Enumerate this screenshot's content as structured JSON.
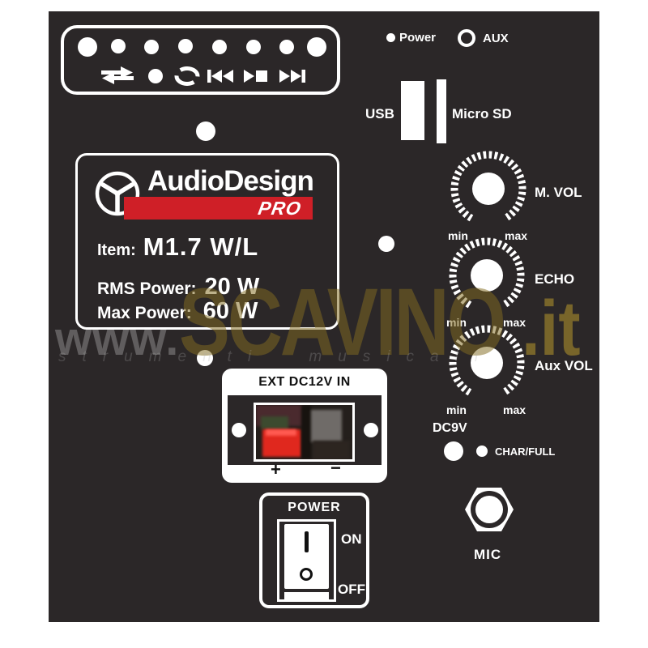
{
  "panel": {
    "media_bar": {
      "icons": [
        "swap-arrows",
        "dot",
        "repeat",
        "previous-track",
        "play-stop",
        "next-track"
      ],
      "button_count": 8
    },
    "indicators": {
      "power_label": "Power",
      "aux_label": "AUX"
    },
    "slots": {
      "usb_label": "USB",
      "microsd_label": "Micro SD"
    },
    "logo": {
      "brand": "AudioDesign",
      "sub_brand": "PRO",
      "item_label": "Item:",
      "item_value": "M1.7 W/L",
      "rms_label": "RMS Power:",
      "rms_value": "20 W",
      "max_label": "Max Power:",
      "max_value": "60 W"
    },
    "knobs": [
      {
        "label": "M. VOL",
        "min": "min",
        "max": "max"
      },
      {
        "label": "ECHO",
        "min": "min",
        "max": "max"
      },
      {
        "label": "Aux VOL",
        "min": "min",
        "max": "max"
      }
    ],
    "charging": {
      "dc9v_label": "DC9V",
      "char_full_label": "CHAR/FULL"
    },
    "ext_dc": {
      "title": "EXT DC12V IN",
      "plus": "+",
      "minus": "−"
    },
    "power_switch": {
      "title": "POWER",
      "on": "ON",
      "off": "OFF"
    },
    "mic": {
      "label": "MIC"
    }
  },
  "watermark": {
    "www": "www.",
    "name": "SCAVINO",
    "tld": ".it",
    "tagline": "strumenti musicali"
  },
  "colors": {
    "panel": "#2b2728",
    "accent_red": "#cf1f27",
    "watermark_gold": "#826c20",
    "white": "#ffffff"
  }
}
